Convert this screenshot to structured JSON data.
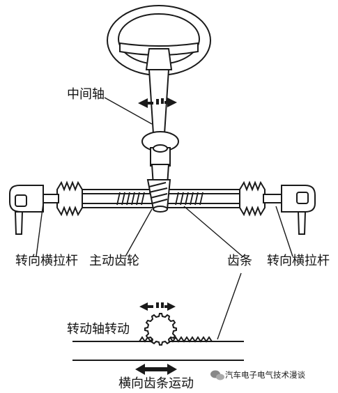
{
  "labels": {
    "intermediate_shaft": "中间轴",
    "tie_rod_left": "转向横拉杆",
    "drive_pinion": "主动齿轮",
    "rack": "齿条",
    "tie_rod_right": "转向横拉杆",
    "shaft_rotation": "转动轴转动",
    "rack_lateral_motion": "横向齿条运动"
  },
  "watermark": {
    "text": "汽车电子电气技术漫谈",
    "icon": "wechat-icon"
  },
  "colors": {
    "stroke": "#1a1a1a",
    "fill": "#ffffff",
    "text": "#111111"
  }
}
